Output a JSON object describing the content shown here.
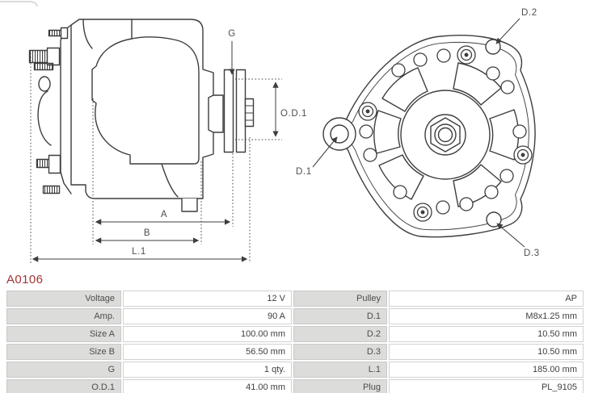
{
  "part": {
    "number": "A0106",
    "number_color": "#a23434"
  },
  "diagrams": {
    "side_view": {
      "labels": {
        "g": "G",
        "od1": "O.D.1",
        "a": "A",
        "b": "B",
        "l1": "L.1"
      }
    },
    "front_view": {
      "labels": {
        "d1": "D.1",
        "d2": "D.2",
        "d3": "D.3"
      }
    }
  },
  "spec_table": {
    "rows": [
      {
        "left_label": "Voltage",
        "left_value": "12 V",
        "right_label": "Pulley",
        "right_value": "AP"
      },
      {
        "left_label": "Amp.",
        "left_value": "90 A",
        "right_label": "D.1",
        "right_value": "M8x1.25 mm"
      },
      {
        "left_label": "Size A",
        "left_value": "100.00 mm",
        "right_label": "D.2",
        "right_value": "10.50 mm"
      },
      {
        "left_label": "Size B",
        "left_value": "56.50 mm",
        "right_label": "D.3",
        "right_value": "10.50 mm"
      },
      {
        "left_label": "G",
        "left_value": "1 qty.",
        "right_label": "L.1",
        "right_value": "185.00 mm"
      },
      {
        "left_label": "O.D.1",
        "left_value": "41.00 mm",
        "right_label": "Plug",
        "right_value": "PL_9105"
      }
    ]
  },
  "colors": {
    "line_art": "#3d3d3d",
    "label_text": "#4e4e4e",
    "cell_label_bg": "#dcdcdb",
    "cell_border": "#c9c9c8"
  }
}
